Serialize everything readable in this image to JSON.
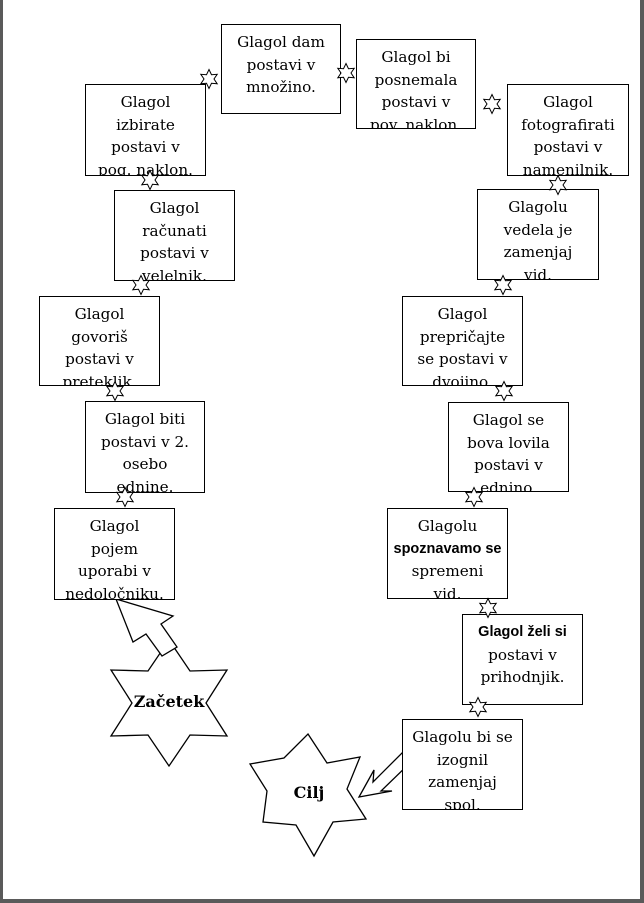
{
  "start_label": "Začetek",
  "goal_label": "Cilj",
  "boxes": [
    {
      "id": "pojem",
      "lines": [
        "Glagol",
        "pojem",
        "uporabi v",
        "nedoločniku."
      ]
    },
    {
      "id": "biti",
      "lines": [
        "Glagol biti",
        "postavi v 2.",
        "osebo",
        "ednine."
      ]
    },
    {
      "id": "govoris",
      "lines": [
        "Glagol",
        "govoriš",
        "postavi v",
        "preteklik."
      ]
    },
    {
      "id": "racunati",
      "lines": [
        "Glagol",
        "računati",
        "postavi v",
        "velelnik."
      ]
    },
    {
      "id": "izbirate",
      "lines": [
        "Glagol",
        "izbirate",
        "postavi v",
        "pog. naklon."
      ]
    },
    {
      "id": "dam",
      "lines": [
        "Glagol dam",
        "postavi v",
        "množino."
      ]
    },
    {
      "id": "posnemala",
      "lines": [
        "Glagol bi",
        "posnemala",
        "postavi v",
        "pov. naklon."
      ]
    },
    {
      "id": "fotografirati",
      "lines": [
        "Glagol",
        "fotografirati",
        "postavi v",
        "namenilnik."
      ]
    },
    {
      "id": "vedela",
      "lines": [
        "Glagolu",
        "vedela je",
        "zamenjaj",
        "vid."
      ]
    },
    {
      "id": "prepricajte",
      "lines": [
        "Glagol",
        "prepričajte",
        "se postavi v",
        "dvojino."
      ]
    },
    {
      "id": "lovila",
      "lines": [
        "Glagol se",
        "bova lovila",
        "postavi v",
        "ednino."
      ]
    },
    {
      "id": "spoznavamo",
      "lines": [
        "Glagolu",
        "spoznavamo se",
        "spremeni",
        "vid."
      ]
    },
    {
      "id": "zeli",
      "lines": [
        "Glagol želi si",
        "postavi v",
        "prihodnjik."
      ]
    },
    {
      "id": "izognil",
      "lines": [
        "Glagolu bi se",
        "izognil",
        "zamenjaj",
        "spol."
      ]
    }
  ]
}
